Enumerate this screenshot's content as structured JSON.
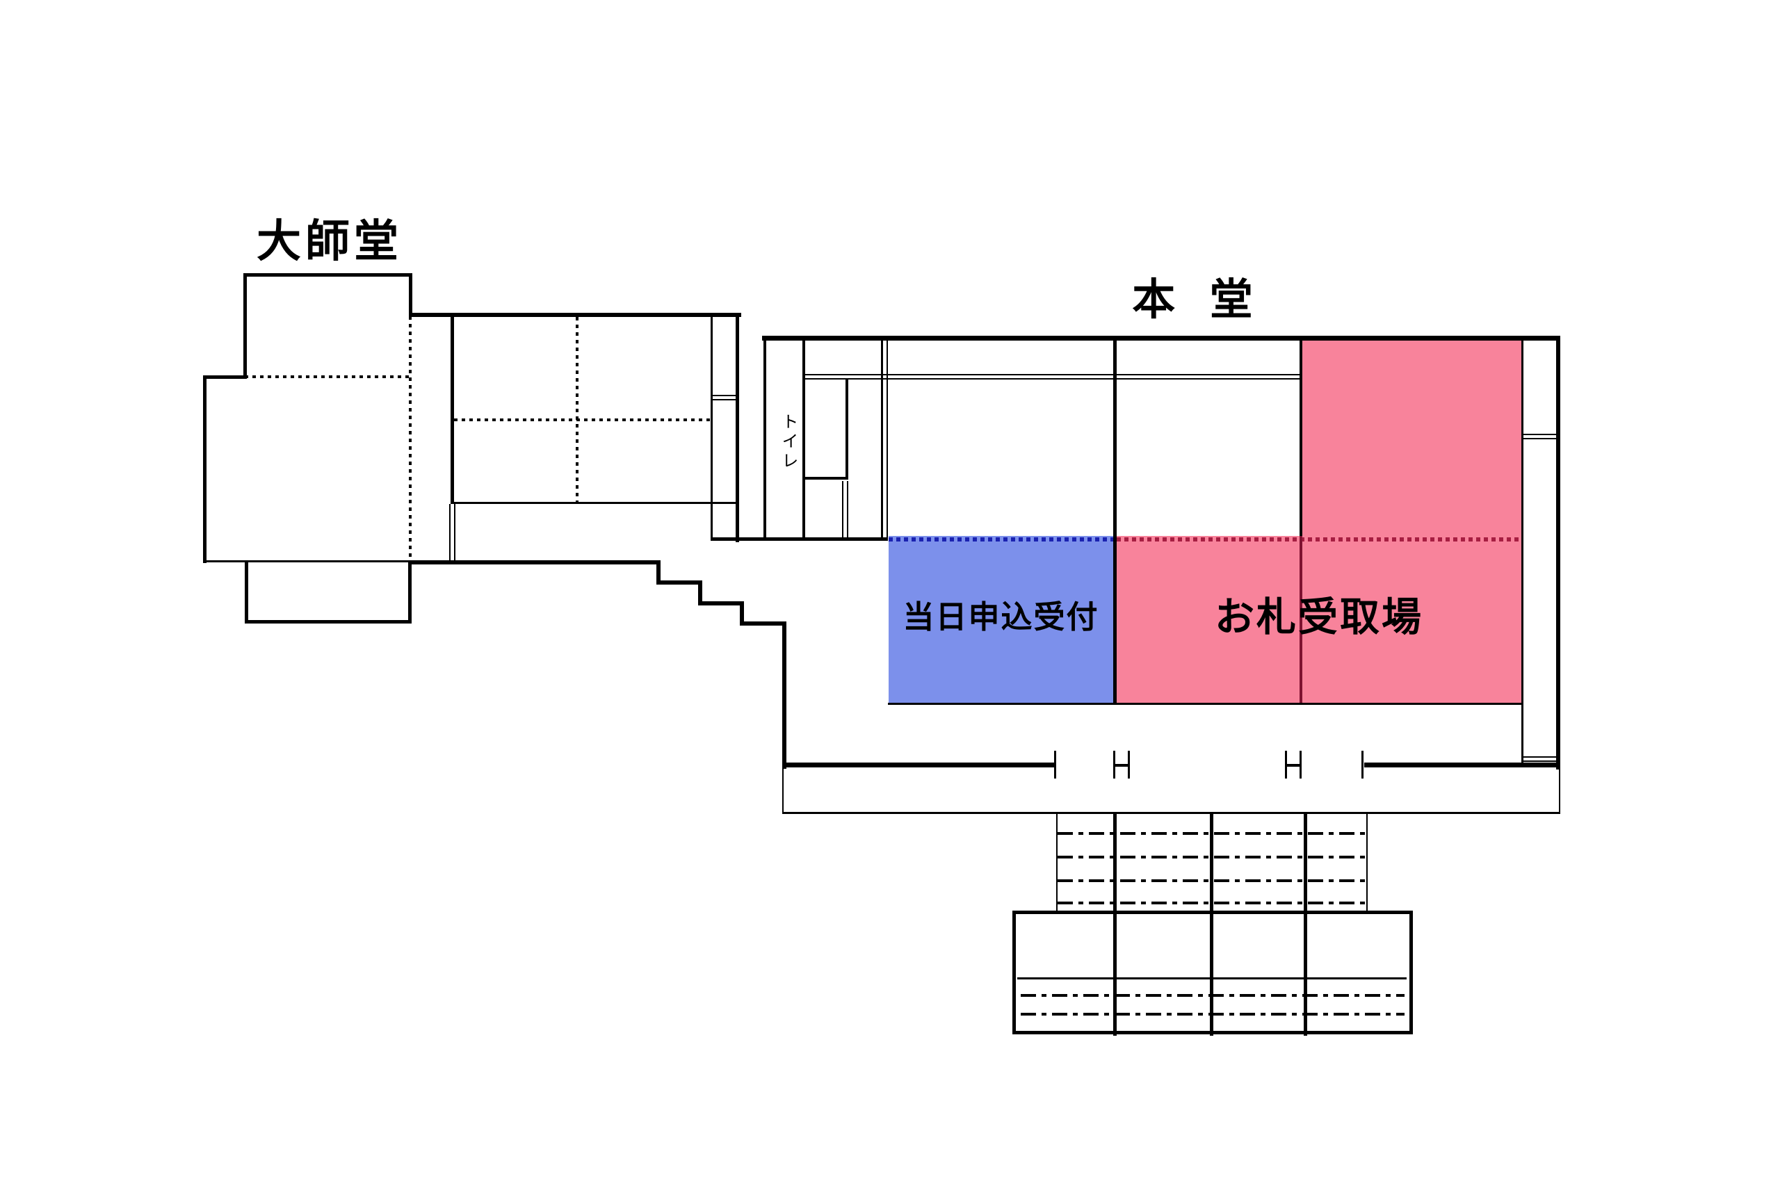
{
  "labels": {
    "daishido_hall": "大師堂",
    "main_hall": "本 堂",
    "toilet": "トイレ",
    "same_day_application_reception": "当日申込受付",
    "ofuda_pickup_area": "お札受取場"
  },
  "colors": {
    "page-bg": "#ffffff",
    "wall": "#000000",
    "text": "#000000",
    "reception-fill": "#7C90EB",
    "reception-dots": "#1A22B0",
    "ofuda-fill": "#F8839B",
    "ofuda-dots": "#A61E42",
    "ofuda-wall-line": "#7E1230"
  }
}
